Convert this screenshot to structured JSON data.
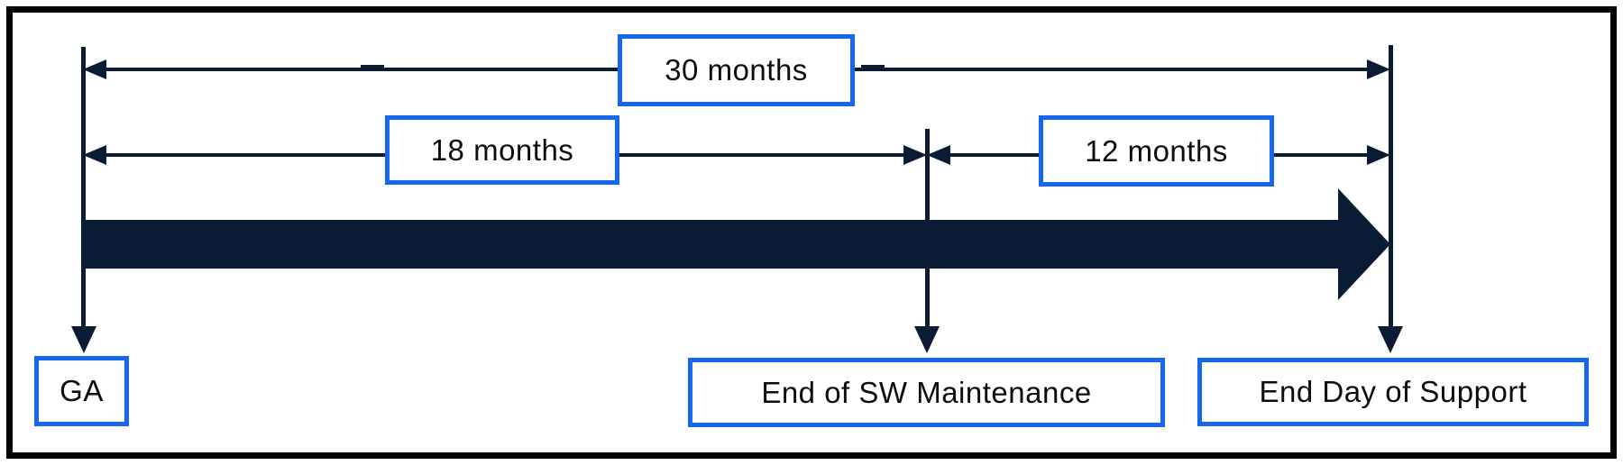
{
  "diagram": {
    "type": "timeline",
    "durations": [
      {
        "label": "30 months",
        "from": "GA",
        "to": "End Day of Support"
      },
      {
        "label": "18 months",
        "from": "GA",
        "to": "End of SW Maintenance"
      },
      {
        "label": "12 months",
        "from": "End of SW Maintenance",
        "to": "End Day of Support"
      }
    ],
    "milestones": [
      {
        "label": "GA"
      },
      {
        "label": "End of SW Maintenance"
      },
      {
        "label": "End Day of Support"
      }
    ],
    "colors": {
      "accent_blue": "#1766F0",
      "timeline_navy": "#0A1C33",
      "frame_black": "#000000",
      "background": "#FFFFFF",
      "text": "#0D0D0D"
    }
  }
}
